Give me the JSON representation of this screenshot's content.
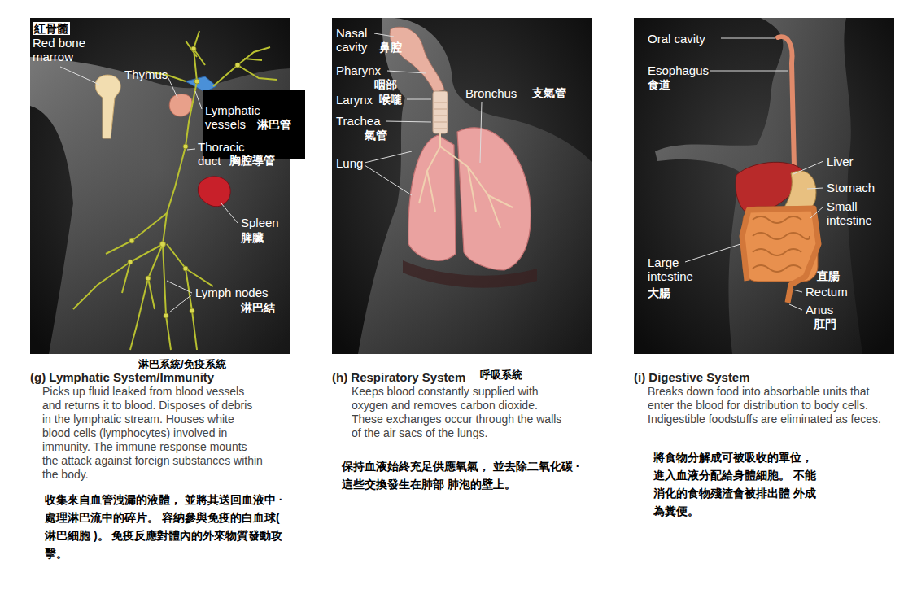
{
  "diagram": {
    "labels": [
      "紅骨髓",
      "Red bone marrow",
      "Thymus",
      "Lymphatic vessels",
      "淋巴管",
      "Thoracic duct",
      "胸腔導管",
      "Spleen",
      "脾臟",
      "Lymph nodes",
      "淋巴結",
      "淋巴系統/免疫系統",
      "(g) Lymphatic System/Immunity",
      "Picks up fluid leaked from blood vessels and returns it to blood. Disposes of debris in the lymphatic stream. Houses white blood cells (lymphocytes) involved in immunity. The immune response mounts the attack against foreign substances within the body.",
      "收集來自血管洩漏的液體， 並將其送回血液中 ·處理淋巴流中的碎片。 容納參與免疫的白血球( 淋巴細胞 )。 免疫反應對體內的外來物質發動攻擊。",
      "Nasal cavity",
      "鼻腔",
      "Pharynx",
      "咽部",
      "Larynx",
      "喉嚨",
      "Trachea",
      "氣管",
      "Bronchus",
      "支氣管",
      "Lung",
      "(h) Respiratory System",
      "呼吸系統",
      "Keeps blood constantly supplied with oxygen and removes carbon dioxide. These exchanges occur through the walls of the air sacs of the lungs.",
      "保持血液始終充足供應氧氣， 並去除二氧化碳 ·這些交換發生在肺部 肺泡的壁上。",
      "Oral cavity",
      "Esophagus",
      "食道",
      "Liver",
      "Stomach",
      "Small intestine",
      "Large intestine",
      "大腸",
      "直腸",
      "Rectum",
      "Anus",
      "肛門",
      "(i) Digestive System",
      "Breaks down food into absorbable units that enter the blood for distribution to body cells. Indigestible foodstuffs are eliminated as feces.",
      "將食物分解成可被吸收的單位， 進入血液分配給身體細胞。 不能消化的食物殘渣會被排出體 外成為糞便。"
    ]
  }
}
